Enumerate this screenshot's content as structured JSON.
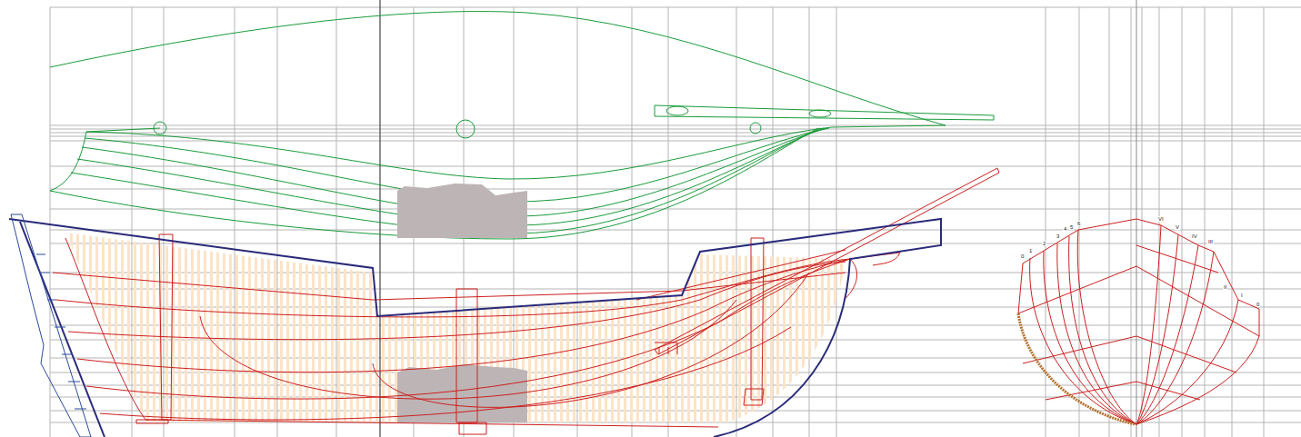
{
  "diagram": {
    "labels": [
      "0",
      "1",
      "2",
      "3",
      "4",
      "5",
      "6",
      "VI",
      "V",
      "IV",
      "III",
      "II",
      "I",
      "0"
    ]
  }
}
